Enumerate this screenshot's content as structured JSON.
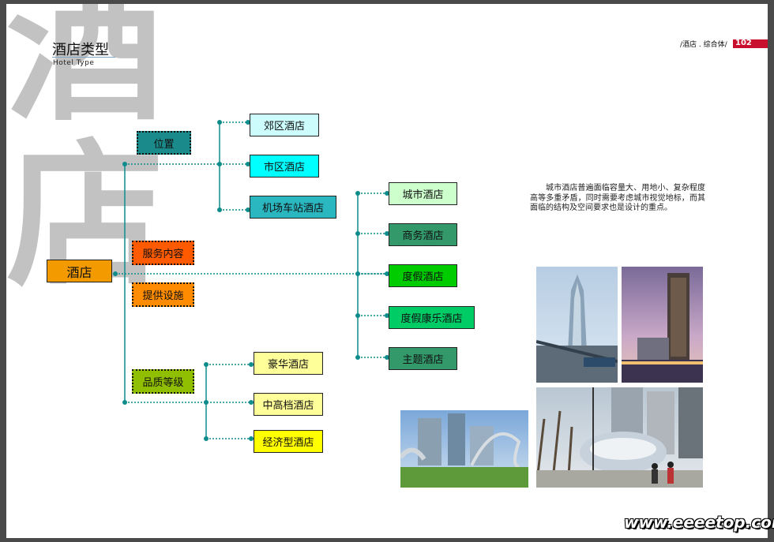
{
  "header": {
    "title": "酒店类型",
    "subtitle": "Hotel    Type",
    "right_label": "/酒店 . 综合体/",
    "page_number": "102"
  },
  "background_chars": [
    "酒",
    "店"
  ],
  "root": "酒店",
  "categories": {
    "location": "位置",
    "service": "服务内容",
    "facility": "提供设施",
    "grade": "品质等级"
  },
  "location_items": [
    "郊区酒店",
    "市区酒店",
    "机场车站酒店"
  ],
  "service_items": [
    "城市酒店",
    "商务酒店",
    "度假酒店",
    "度假康乐酒店",
    "主题酒店"
  ],
  "grade_items": [
    "豪华酒店",
    "中高档酒店",
    "经济型酒店"
  ],
  "description": "城市酒店普遍面临容量大、用地小、复杂程度高等多重矛盾，同时需要考虑城市视觉地标，而其面临的结构及空间要求也是设计的重点。",
  "watermark": "www.eeeetop.com",
  "colors": {
    "root": "#f39a00",
    "location": "#1a8a8a",
    "service": "#ff5a00",
    "facility": "#ff8c00",
    "grade": "#8fbf00",
    "line": "#0e8c8c"
  }
}
